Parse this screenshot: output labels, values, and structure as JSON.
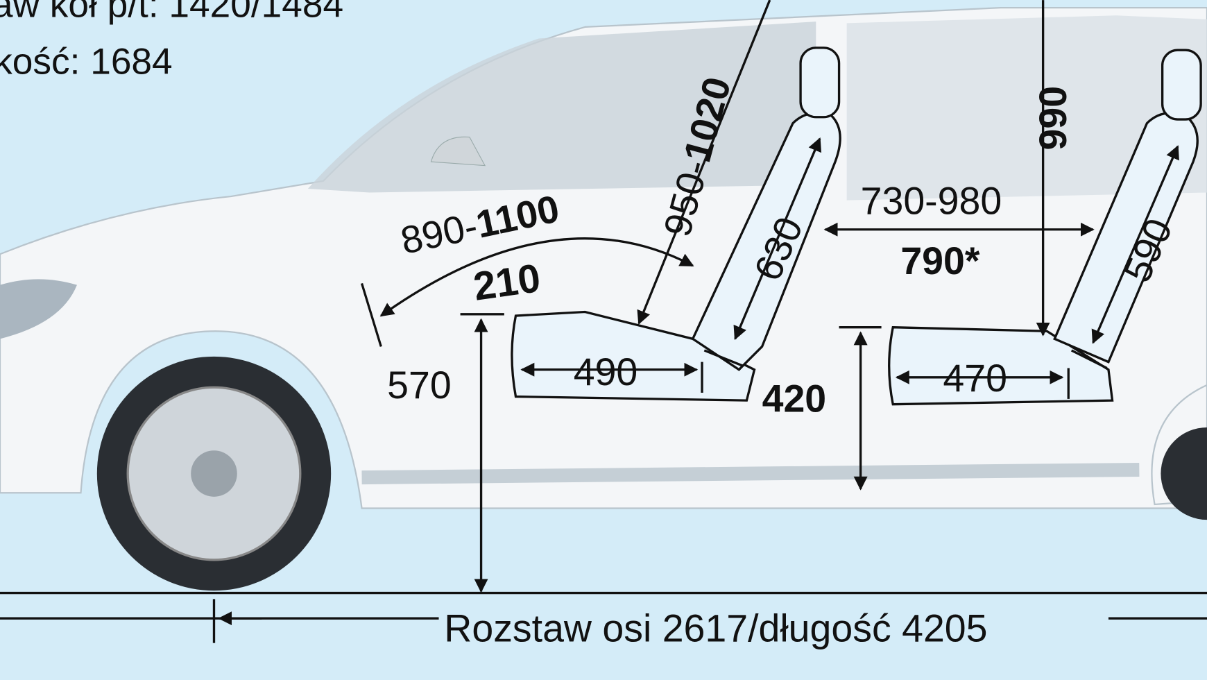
{
  "header": {
    "track_line": "aw kół p/t: 1420/1484",
    "height_line": "kość: 1684"
  },
  "dimensions": {
    "headroom_front_range": "890-",
    "headroom_front_bold": "1100",
    "front_legroom_sub": "210",
    "front_height_range": "950-",
    "front_height_bold": "1020",
    "front_backrest": "630",
    "front_cushion": "490",
    "front_seat_height": "420",
    "step_height": "570",
    "rear_knee_range": "730-980",
    "rear_knee_bold": "790*",
    "rear_headroom": "990",
    "rear_backrest": "590",
    "rear_cushion": "470",
    "wheelbase_length": "Rozstaw osi 2617/długość 4205"
  }
}
